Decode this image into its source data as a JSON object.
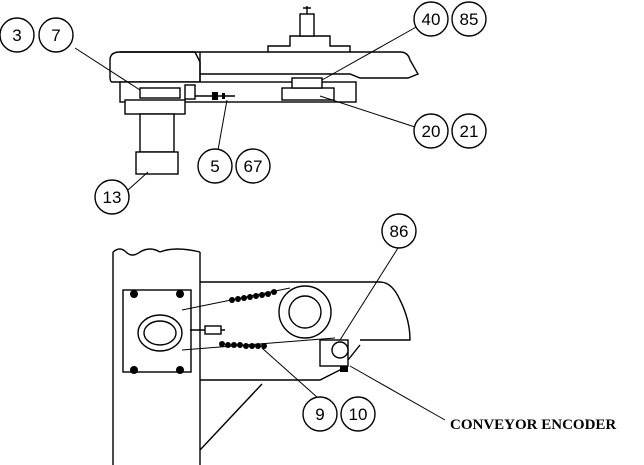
{
  "balloons": [
    {
      "id": "b3",
      "text": "3"
    },
    {
      "id": "b7",
      "text": "7"
    },
    {
      "id": "b40",
      "text": "40"
    },
    {
      "id": "b85",
      "text": "85"
    },
    {
      "id": "b20",
      "text": "20"
    },
    {
      "id": "b21",
      "text": "21"
    },
    {
      "id": "b5",
      "text": "5"
    },
    {
      "id": "b67",
      "text": "67"
    },
    {
      "id": "b13",
      "text": "13"
    },
    {
      "id": "b86",
      "text": "86"
    },
    {
      "id": "b9",
      "text": "9"
    },
    {
      "id": "b10",
      "text": "10"
    }
  ],
  "callouts": {
    "conveyor_encoder": "CONVEYOR ENCODER"
  }
}
